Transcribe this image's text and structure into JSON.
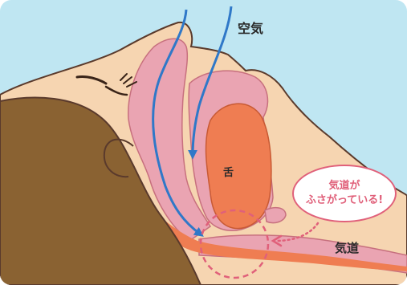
{
  "labels": {
    "air": "空気",
    "tongue": "舌",
    "airway": "気道"
  },
  "callout": {
    "line1": "気道が",
    "line2": "ふさがっている!"
  },
  "colors": {
    "sky": "#bfe6f2",
    "skin": "#f6d5b1",
    "skin_outline": "#5a3a2c",
    "hair": "#8a6232",
    "mucosa": "#eaa4b2",
    "tongue": "#ef7d52",
    "airflow": "#2f78c8",
    "highlight": "#e0607a"
  }
}
